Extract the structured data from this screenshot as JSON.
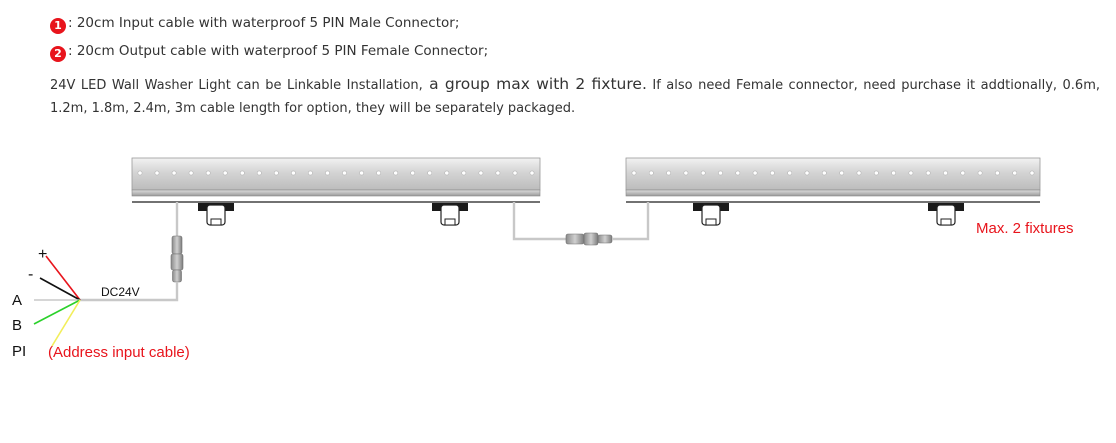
{
  "notes": [
    {
      "num": "1",
      "text": ": 20cm Input cable with waterproof 5 PIN Male Connector;"
    },
    {
      "num": "2",
      "text": ": 20cm Output cable with waterproof 5 PIN Female Connector;"
    }
  ],
  "description": {
    "part1": "24V LED Wall Washer Light can be Linkable Installation,",
    "part2": " a group max with 2 fixture.",
    "part3": " If also need Female connector, need purchase it addtionally, 0.6m, 1.2m, 1.8m, 2.4m, 3m cable length for option, they will be separately packaged."
  },
  "diagram": {
    "max_label": "Max. 2 fixtures",
    "voltage_label": "DC24V",
    "wire_labels": [
      "+",
      "-",
      "A",
      "B",
      "PI"
    ],
    "address_label": "(Address input cable)",
    "colors": {
      "red": "#e8141c",
      "green": "#2bd12b",
      "yellow": "#f2ee5a",
      "black": "#111111",
      "gray_cable": "#c8c8c8"
    }
  }
}
